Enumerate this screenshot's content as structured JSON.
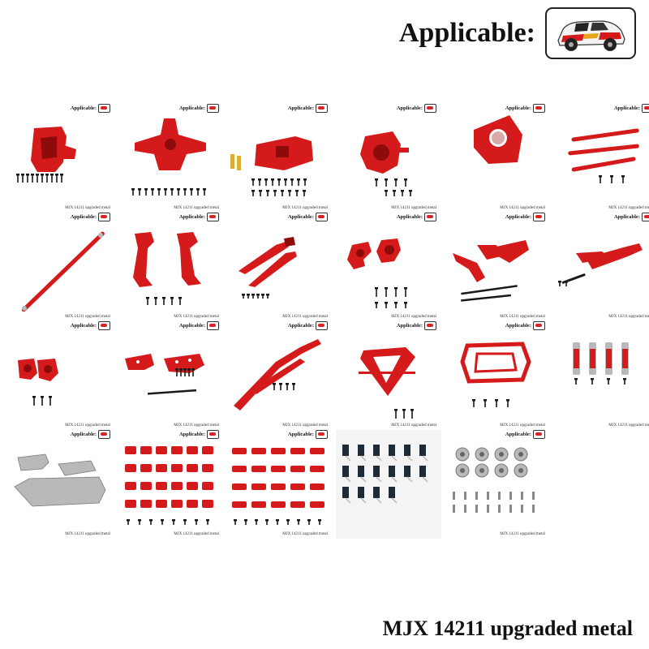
{
  "header": {
    "label": "Applicable:"
  },
  "tile_label": "Applicable:",
  "tile_caption": "MJX 14211 upgraded metal",
  "tiles": [
    {
      "kind": "housing",
      "label": true,
      "caption": true
    },
    {
      "kind": "shock-tower",
      "label": true,
      "caption": true
    },
    {
      "kind": "chassis-box",
      "label": true,
      "caption": true
    },
    {
      "kind": "gearbox",
      "label": true,
      "caption": true
    },
    {
      "kind": "mount",
      "label": true,
      "caption": true
    },
    {
      "kind": "links",
      "label": true,
      "caption": true
    },
    {
      "kind": "driveshaft",
      "label": true,
      "caption": true
    },
    {
      "kind": "arms-upright",
      "label": true,
      "caption": true
    },
    {
      "kind": "arms-angled",
      "label": true,
      "caption": true
    },
    {
      "kind": "knuckles",
      "label": true,
      "caption": true
    },
    {
      "kind": "a-arms",
      "label": true,
      "caption": true
    },
    {
      "kind": "upper-arms",
      "label": true,
      "caption": true
    },
    {
      "kind": "hubs",
      "label": true,
      "caption": true
    },
    {
      "kind": "shock-plates",
      "label": true,
      "caption": true
    },
    {
      "kind": "side-rail",
      "label": true,
      "caption": true
    },
    {
      "kind": "triangle-mount",
      "label": true,
      "caption": true
    },
    {
      "kind": "bumper-frame",
      "label": true,
      "caption": true
    },
    {
      "kind": "shocks",
      "label": false,
      "caption": true
    },
    {
      "kind": "steel-plates",
      "label": true,
      "caption": true
    },
    {
      "kind": "full-kit",
      "label": true,
      "caption": true
    },
    {
      "kind": "full-kit-2",
      "label": true,
      "caption": true
    },
    {
      "kind": "clips",
      "label": false,
      "caption": false
    },
    {
      "kind": "nuts",
      "label": true,
      "caption": true
    }
  ],
  "footer": {
    "text": "MJX 14211 upgraded metal"
  },
  "colors": {
    "part": "#d41a1a",
    "part_dark": "#8e0b0b",
    "screw": "#1a1a1a",
    "steel": "#b9b9b9"
  }
}
